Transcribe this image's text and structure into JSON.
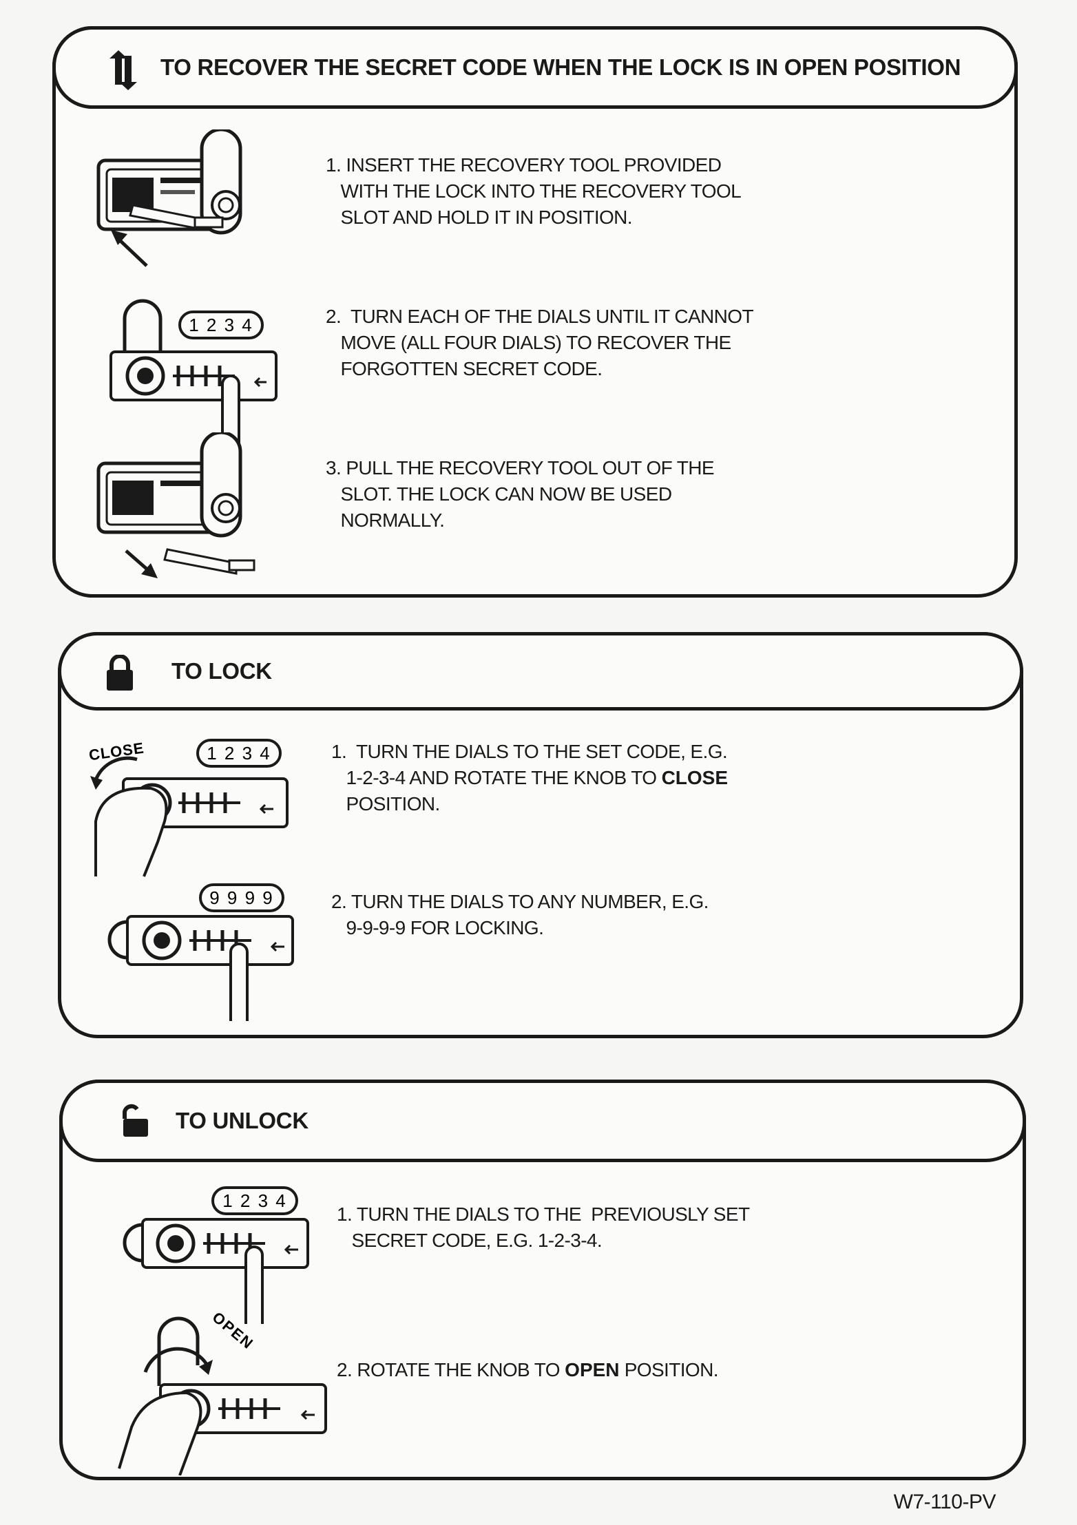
{
  "sections": [
    {
      "title": "TO RECOVER THE SECRET CODE WHEN THE LOCK IS IN OPEN POSITION",
      "icon": "rotate-arrows-icon",
      "steps": [
        {
          "lines": [
            "1. INSERT THE RECOVERY TOOL PROVIDED",
            "   WITH THE LOCK INTO THE RECOVERY TOOL",
            "   SLOT AND HOLD IT IN POSITION."
          ]
        },
        {
          "lines": [
            "2.  TURN EACH OF THE DIALS UNTIL IT CANNOT",
            "   MOVE (ALL FOUR DIALS) TO RECOVER THE",
            "   FORGOTTEN SECRET CODE."
          ],
          "dial_code": "1 2 3 4"
        },
        {
          "lines": [
            "3. PULL THE RECOVERY TOOL OUT OF THE",
            "   SLOT. THE LOCK CAN NOW BE USED",
            "   NORMALLY."
          ]
        }
      ]
    },
    {
      "title": "TO LOCK",
      "icon": "locked-padlock-icon",
      "steps": [
        {
          "line1": "1.  TURN THE DIALS TO THE SET CODE, E.G.",
          "line2_pre": "   1-2-3-4 AND ROTATE THE KNOB TO ",
          "line2_bold": "CLOSE",
          "line3": "   POSITION.",
          "dial_code": "1 2 3 4",
          "knob_label": "CLOSE"
        },
        {
          "lines": [
            "2. TURN THE DIALS TO ANY NUMBER, E.G.",
            "   9-9-9-9 FOR LOCKING."
          ],
          "dial_code": "9 9 9 9"
        }
      ]
    },
    {
      "title": "TO UNLOCK",
      "icon": "unlocked-padlock-icon",
      "steps": [
        {
          "lines": [
            "1. TURN THE DIALS TO THE  PREVIOUSLY SET",
            "   SECRET CODE, E.G. 1-2-3-4."
          ],
          "dial_code": "1 2 3 4"
        },
        {
          "pre": "2. ROTATE THE KNOB TO ",
          "bold": "OPEN",
          "post": " POSITION.",
          "knob_label": "OPEN"
        }
      ]
    }
  ],
  "footer": {
    "code": "W7-110-PV"
  }
}
